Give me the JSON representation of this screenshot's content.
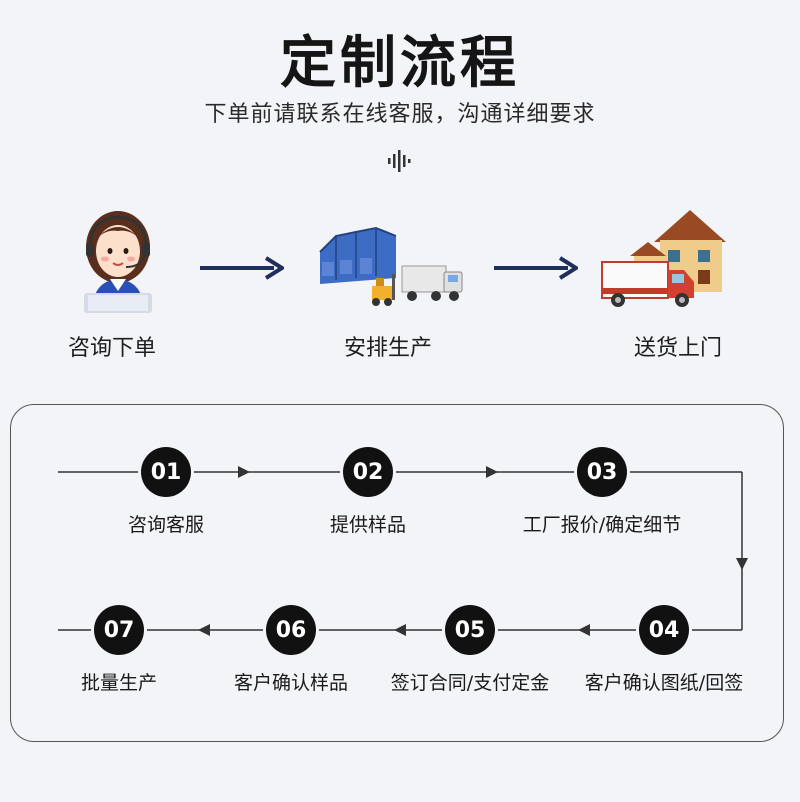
{
  "header": {
    "title": "定制流程",
    "subtitle": "下单前请联系在线客服，沟通详细要求"
  },
  "stages": [
    {
      "label": "咨询下单",
      "icon": "customer-service-agent-icon"
    },
    {
      "label": "安排生产",
      "icon": "factory-warehouse-icon"
    },
    {
      "label": "送货上门",
      "icon": "delivery-truck-house-icon"
    }
  ],
  "steps": [
    {
      "num": "01",
      "label": "咨询客服"
    },
    {
      "num": "02",
      "label": "提供样品"
    },
    {
      "num": "03",
      "label": "工厂报价/确定细节"
    },
    {
      "num": "04",
      "label": "客户确认图纸/回签"
    },
    {
      "num": "05",
      "label": "签订合同/支付定金"
    },
    {
      "num": "06",
      "label": "客户确认样品"
    },
    {
      "num": "07",
      "label": "批量生产"
    }
  ],
  "colors": {
    "accent_navy": "#1f2f5a",
    "circle": "#111111",
    "background": "#f3f4f8"
  }
}
